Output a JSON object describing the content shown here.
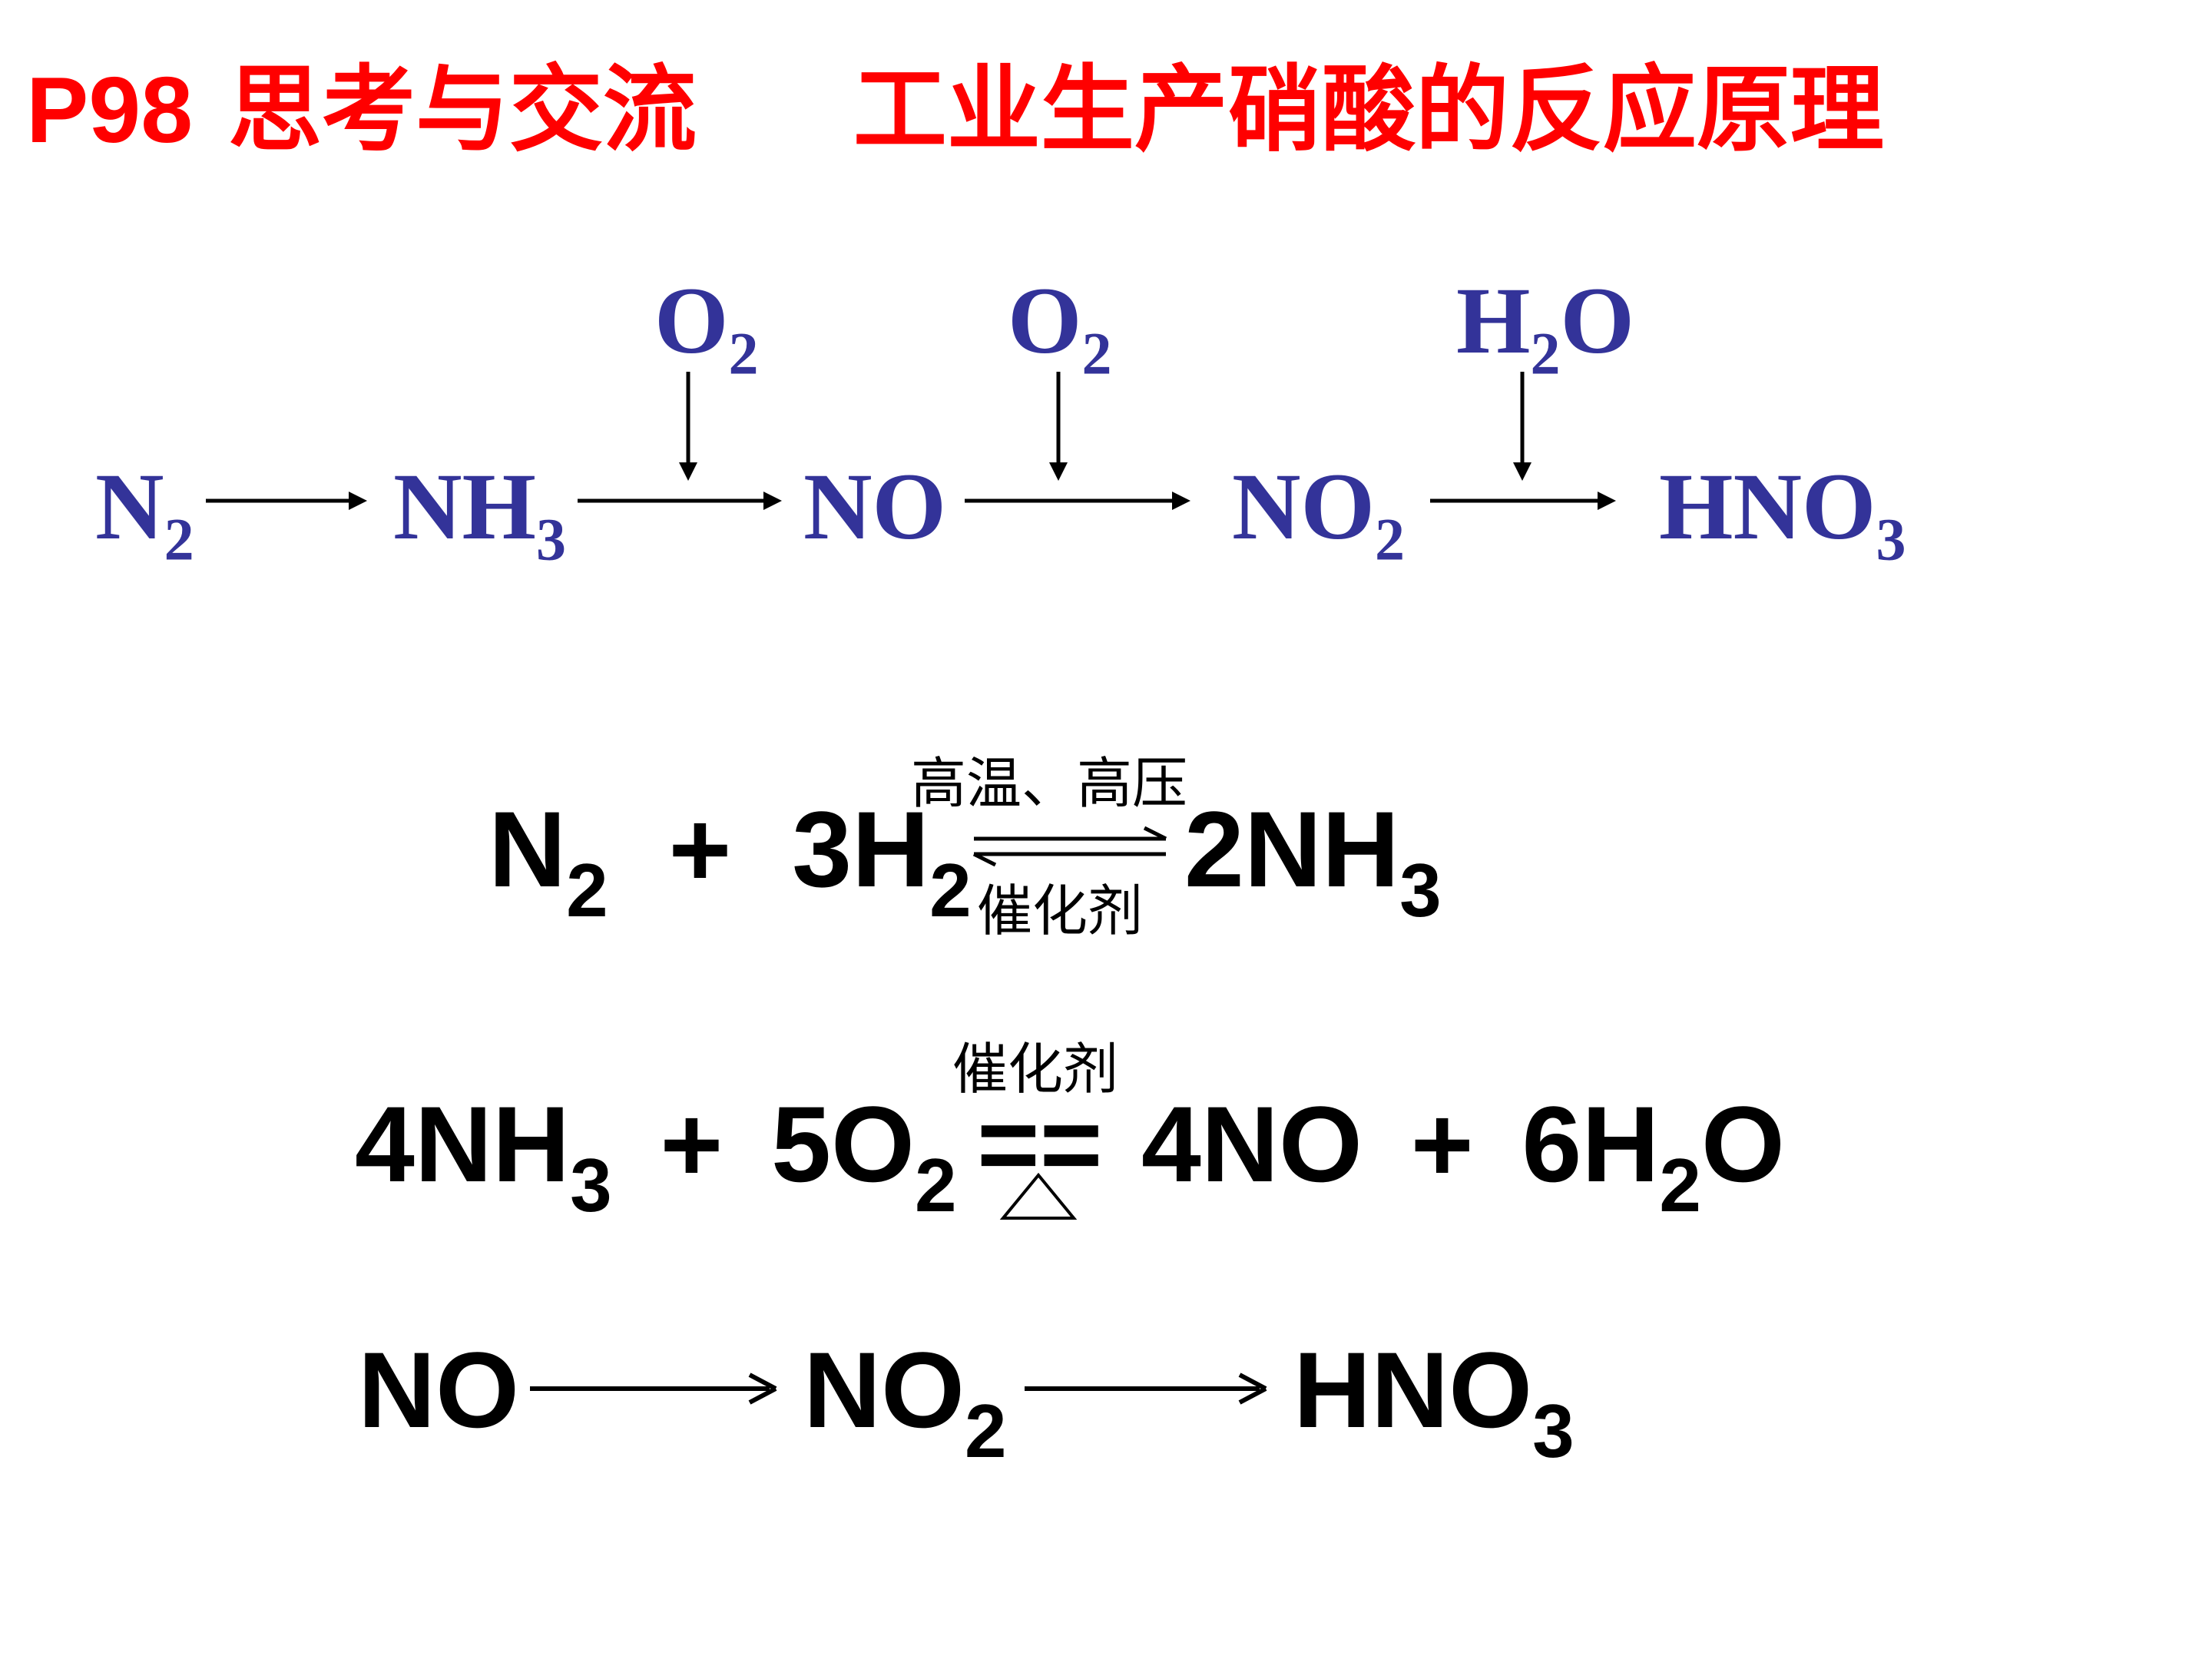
{
  "title": {
    "page_ref": "P98",
    "section": "思考与交流",
    "topic": "工业生产硝酸的反应原理"
  },
  "colors": {
    "title": "#ff0000",
    "chain": "#333399",
    "equations": "#000000"
  },
  "chain": {
    "species": [
      {
        "base": "N",
        "sub": "2",
        "tail": ""
      },
      {
        "base": "NH",
        "sub": "3",
        "tail": ""
      },
      {
        "base": "NO",
        "sub": "",
        "tail": ""
      },
      {
        "base": "NO",
        "sub": "2",
        "tail": ""
      },
      {
        "base": "HNO",
        "sub": "3",
        "tail": ""
      }
    ],
    "reagents": [
      {
        "base": "O",
        "sub": "2",
        "tail": ""
      },
      {
        "base": "O",
        "sub": "2",
        "tail": ""
      },
      {
        "base": "H",
        "sub": "2",
        "tail": "O"
      }
    ]
  },
  "equations": {
    "eq1": {
      "left_1": "N",
      "left_1_sub": "2",
      "plus": "+",
      "left_2": "3H",
      "left_2_sub": "2",
      "right": "2NH",
      "right_sub": "3",
      "condition_top": "高温、高压",
      "condition_bottom": "催化剂"
    },
    "eq2": {
      "left_1": "4NH",
      "left_1_sub": "3",
      "plus": "+",
      "left_2": "5O",
      "left_2_sub": "2",
      "sign": "==",
      "right_1": "4NO",
      "right_2": "6H",
      "right_2_sub": "2",
      "right_2_tail": "O",
      "condition_top": "催化剂",
      "condition_bottom_icon": "heat-triangle"
    },
    "eq3": {
      "s1": "NO",
      "s2": "NO",
      "s2_sub": "2",
      "s3": "HNO",
      "s3_sub": "3"
    }
  }
}
